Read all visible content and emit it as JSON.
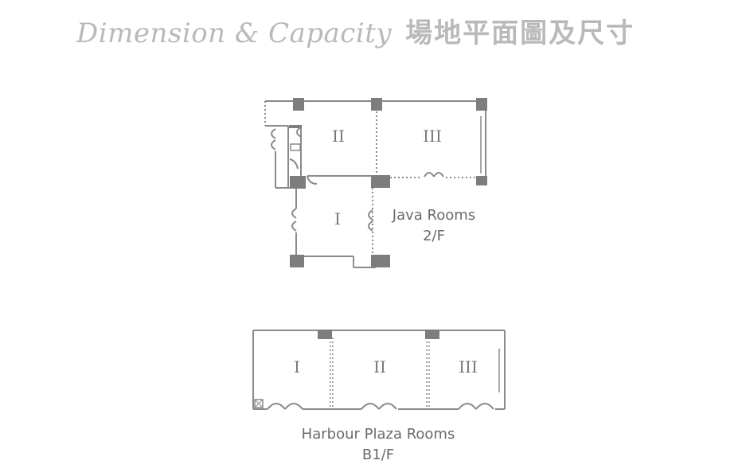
{
  "header": {
    "title_en": "Dimension & Capacity",
    "title_zh": "場地平面圖及尺寸"
  },
  "java_plan": {
    "name": "Java Rooms",
    "floor": "2/F",
    "rooms": [
      "II",
      "III",
      "I"
    ]
  },
  "harbour_plan": {
    "name": "Harbour Plaza Rooms",
    "floor": "B1/F",
    "rooms": [
      "I",
      "II",
      "III"
    ]
  },
  "colors": {
    "wall": "#8a8a8a",
    "column": "#7d7d7d",
    "title": "#b9b9b9",
    "label": "#6a6a6a"
  }
}
